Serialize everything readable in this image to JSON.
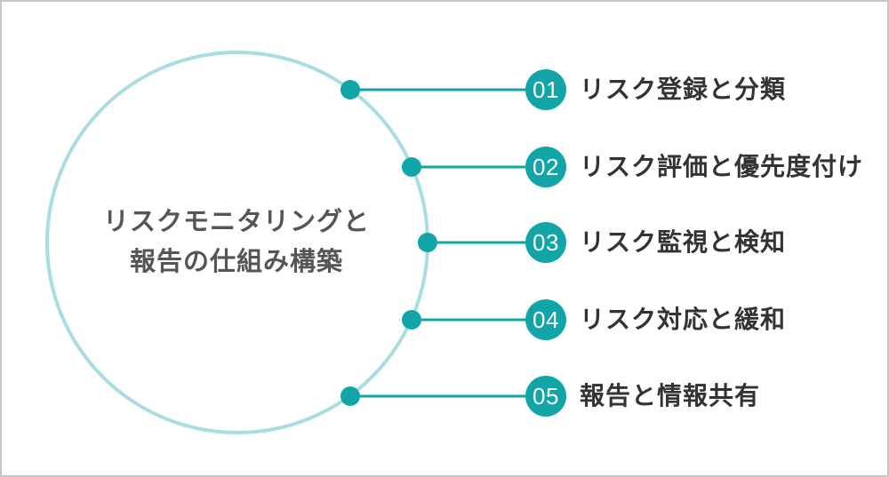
{
  "title": {
    "line1": "リスクモニタリングと",
    "line2": "報告の仕組み構築"
  },
  "items": [
    {
      "number": "01",
      "label": "リスク登録と分類"
    },
    {
      "number": "02",
      "label": "リスク評価と優先度付け"
    },
    {
      "number": "03",
      "label": "リスク監視と検知"
    },
    {
      "number": "04",
      "label": "リスク対応と緩和"
    },
    {
      "number": "05",
      "label": "報告と情報共有"
    }
  ],
  "colors": {
    "teal": "#12a5a8",
    "light_teal": "#a9dde1",
    "title_text": "#555555",
    "label_text": "#333333",
    "border": "#c6c6c6",
    "background": "#ffffff"
  }
}
